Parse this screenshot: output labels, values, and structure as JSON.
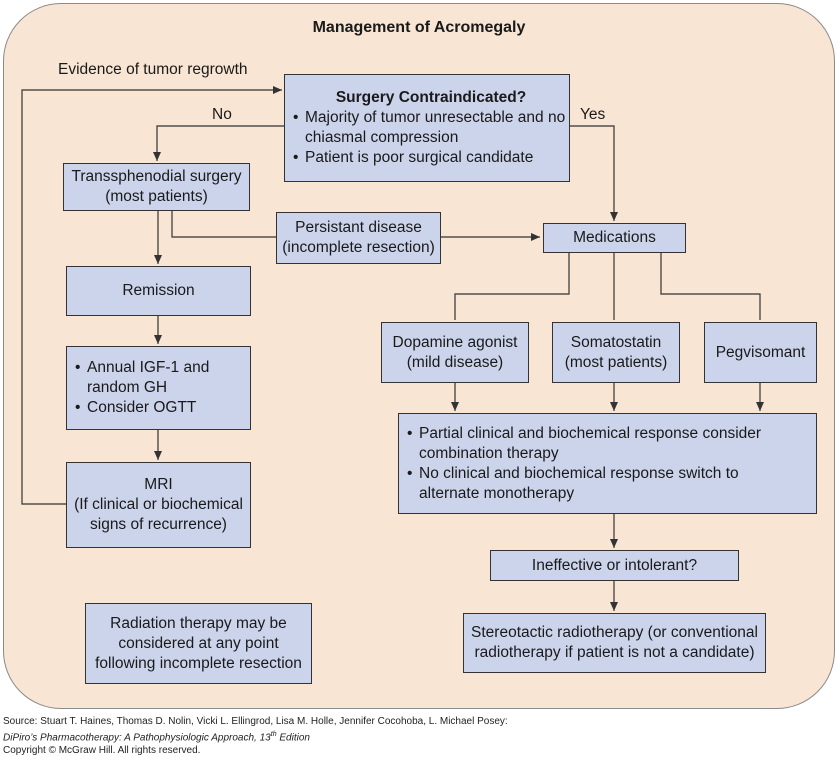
{
  "title": "Management of Acromegaly",
  "labels": {
    "regrowth": "Evidence of tumor regrowth",
    "no": "No",
    "yes": "Yes"
  },
  "boxes": {
    "surgery_contraindicated": {
      "heading": "Surgery Contraindicated?",
      "bullets": [
        "Majority of tumor unresectable and no chiasmal compression",
        "Patient is poor surgical candidate"
      ]
    },
    "transsphenoidal": {
      "line1": "Transsphenodial surgery",
      "line2": "(most patients)"
    },
    "persistent": {
      "line1": "Persistant disease",
      "line2": "(incomplete resection)"
    },
    "medications": {
      "text": "Medications"
    },
    "remission": {
      "text": "Remission"
    },
    "monitoring": {
      "bullets": [
        "Annual IGF-1 and random GH",
        "Consider OGTT"
      ]
    },
    "mri": {
      "line1": "MRI",
      "line2": "(If clinical or biochemical",
      "line3": "signs of recurrence)"
    },
    "dopamine": {
      "line1": "Dopamine agonist",
      "line2": "(mild disease)"
    },
    "somatostatin": {
      "line1": "Somatostatin",
      "line2": "(most patients)"
    },
    "pegvisomant": {
      "text": "Pegvisomant"
    },
    "response": {
      "bullets": [
        "Partial clinical and biochemical response consider combination therapy",
        "No clinical and biochemical response switch to alternate monotherapy"
      ]
    },
    "ineffective": {
      "text": "Ineffective or intolerant?"
    },
    "stereotactic": {
      "line1": "Stereotactic radiotherapy (or conventional",
      "line2": "radiotherapy if patient is not a candidate)"
    },
    "radiation": {
      "line1": "Radiation therapy may be",
      "line2": "considered at any point",
      "line3": "following incomplete resection"
    }
  },
  "source": {
    "line1": "Source: Stuart T. Haines, Thomas D. Nolin, Vicki L. Ellingrod, Lisa M. Holle, Jennifer Cocohoba, L. Michael Posey:",
    "book": "DiPiro’s Pharmacotherapy: A Pathophysiologic Approach, 13",
    "edition_sup": "th",
    "edition_word": " Edition",
    "copyright": "Copyright © McGraw Hill. All rights reserved."
  },
  "colors": {
    "panel": "#f8e5d3",
    "box": "#ccd4ec",
    "line": "#333333"
  }
}
